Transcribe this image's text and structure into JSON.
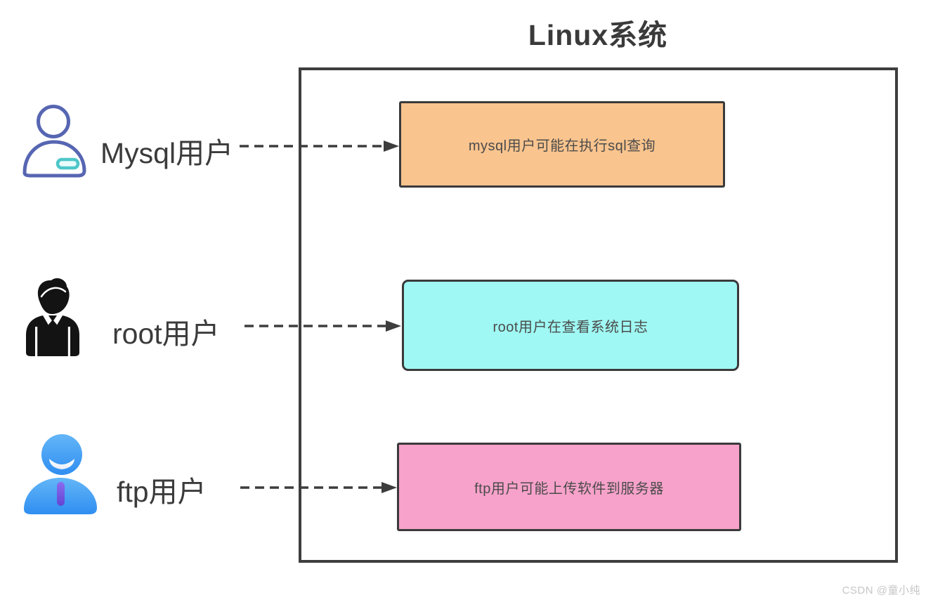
{
  "diagram": {
    "title": "Linux系统",
    "watermark": "CSDN @童小纯",
    "users": [
      {
        "label": "Mysql用户",
        "icon": "user-outline-icon",
        "action": "mysql用户可能在执行sql查询"
      },
      {
        "label": "root用户",
        "icon": "businessman-icon",
        "action": "root用户在查看系统日志"
      },
      {
        "label": "ftp用户",
        "icon": "user-filled-blue-icon",
        "action": "ftp用户可能上传软件到服务器"
      }
    ],
    "colors": {
      "mysql_box_bg": "#f9c48e",
      "root_box_bg": "#9ff8f3",
      "ftp_box_bg": "#f7a2ca",
      "box_border": "#3a3a3a",
      "outer_border": "#3e3e3e",
      "arrow": "#3d3d3d",
      "title_text": "#3a3a3a",
      "label_text": "#3b3b3b",
      "box_text": "#4b4b4b",
      "mysql_icon_stroke": "#5766b2",
      "mysql_icon_badge": "#4ec7c9",
      "root_icon": "#131313",
      "ftp_icon_blue_light": "#64b6f7",
      "ftp_icon_blue_dark": "#2f8ef1",
      "ftp_icon_tie": "#7557e0",
      "watermark_text": "#c6c6c6"
    }
  }
}
